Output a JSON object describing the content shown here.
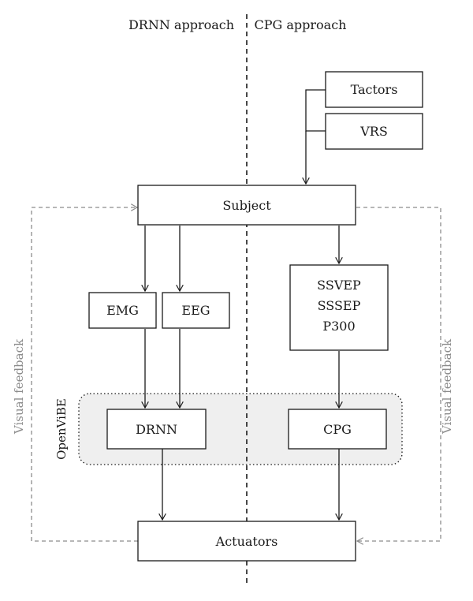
{
  "headers": {
    "left": "DRNN approach",
    "right": "CPG approach"
  },
  "group": {
    "label": "OpenViBE"
  },
  "nodes": {
    "tactors": "Tactors",
    "vrs": "VRS",
    "subject": "Subject",
    "emg": "EMG",
    "eeg": "EEG",
    "ssvep_lines": [
      "SSVEP",
      "SSSEP",
      "P300"
    ],
    "drnn": "DRNN",
    "cpg": "CPG",
    "actuators": "Actuators"
  },
  "feedback": {
    "left_label": "Visual feedback",
    "right_label": "Visual feedback"
  },
  "colors": {
    "stroke": "#1a1a1a",
    "feedback": "#8c8c8c",
    "group_fill": "#efefef"
  }
}
